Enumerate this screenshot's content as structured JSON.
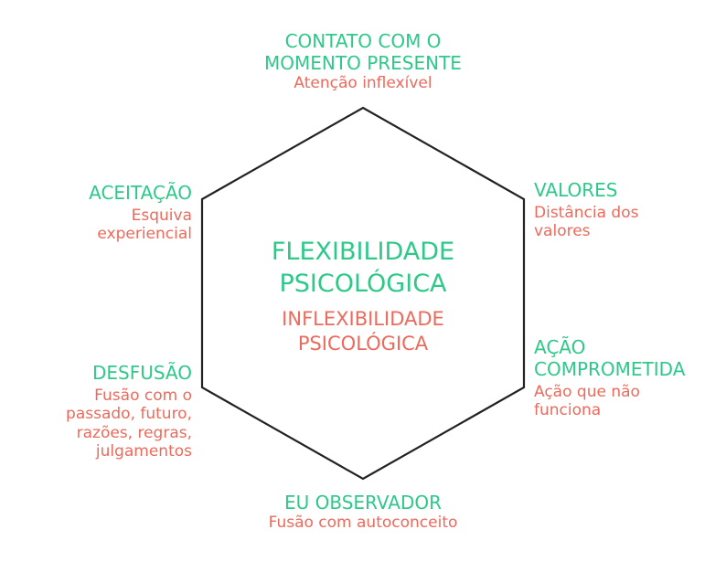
{
  "colors": {
    "positive": "#2ec98a",
    "negative": "#ec6a5c",
    "outline": "#222222"
  },
  "center": {
    "flexibility": "FLEXIBILIDADE\nPSICOLÓGICA",
    "inflexibility": "INFLEXIBILIDADE\nPSICOLÓGICA"
  },
  "processes": [
    {
      "title": "CONTATO COM O\nMOMENTO PRESENTE",
      "opposite": "Atenção inflexível"
    },
    {
      "title": "VALORES",
      "opposite": "Distância dos\nvalores"
    },
    {
      "title": "AÇÃO\nCOMPROMETIDA",
      "opposite": "Ação que não\nfunciona"
    },
    {
      "title": "EU OBSERVADOR",
      "opposite": "Fusão com autoconceito"
    },
    {
      "title": "DESFUSÃO",
      "opposite": "Fusão com o\npassado, futuro,\nrazões, regras,\njulgamentos"
    },
    {
      "title": "ACEITAÇÃO",
      "opposite": "Esquiva\nexperiencial"
    }
  ]
}
